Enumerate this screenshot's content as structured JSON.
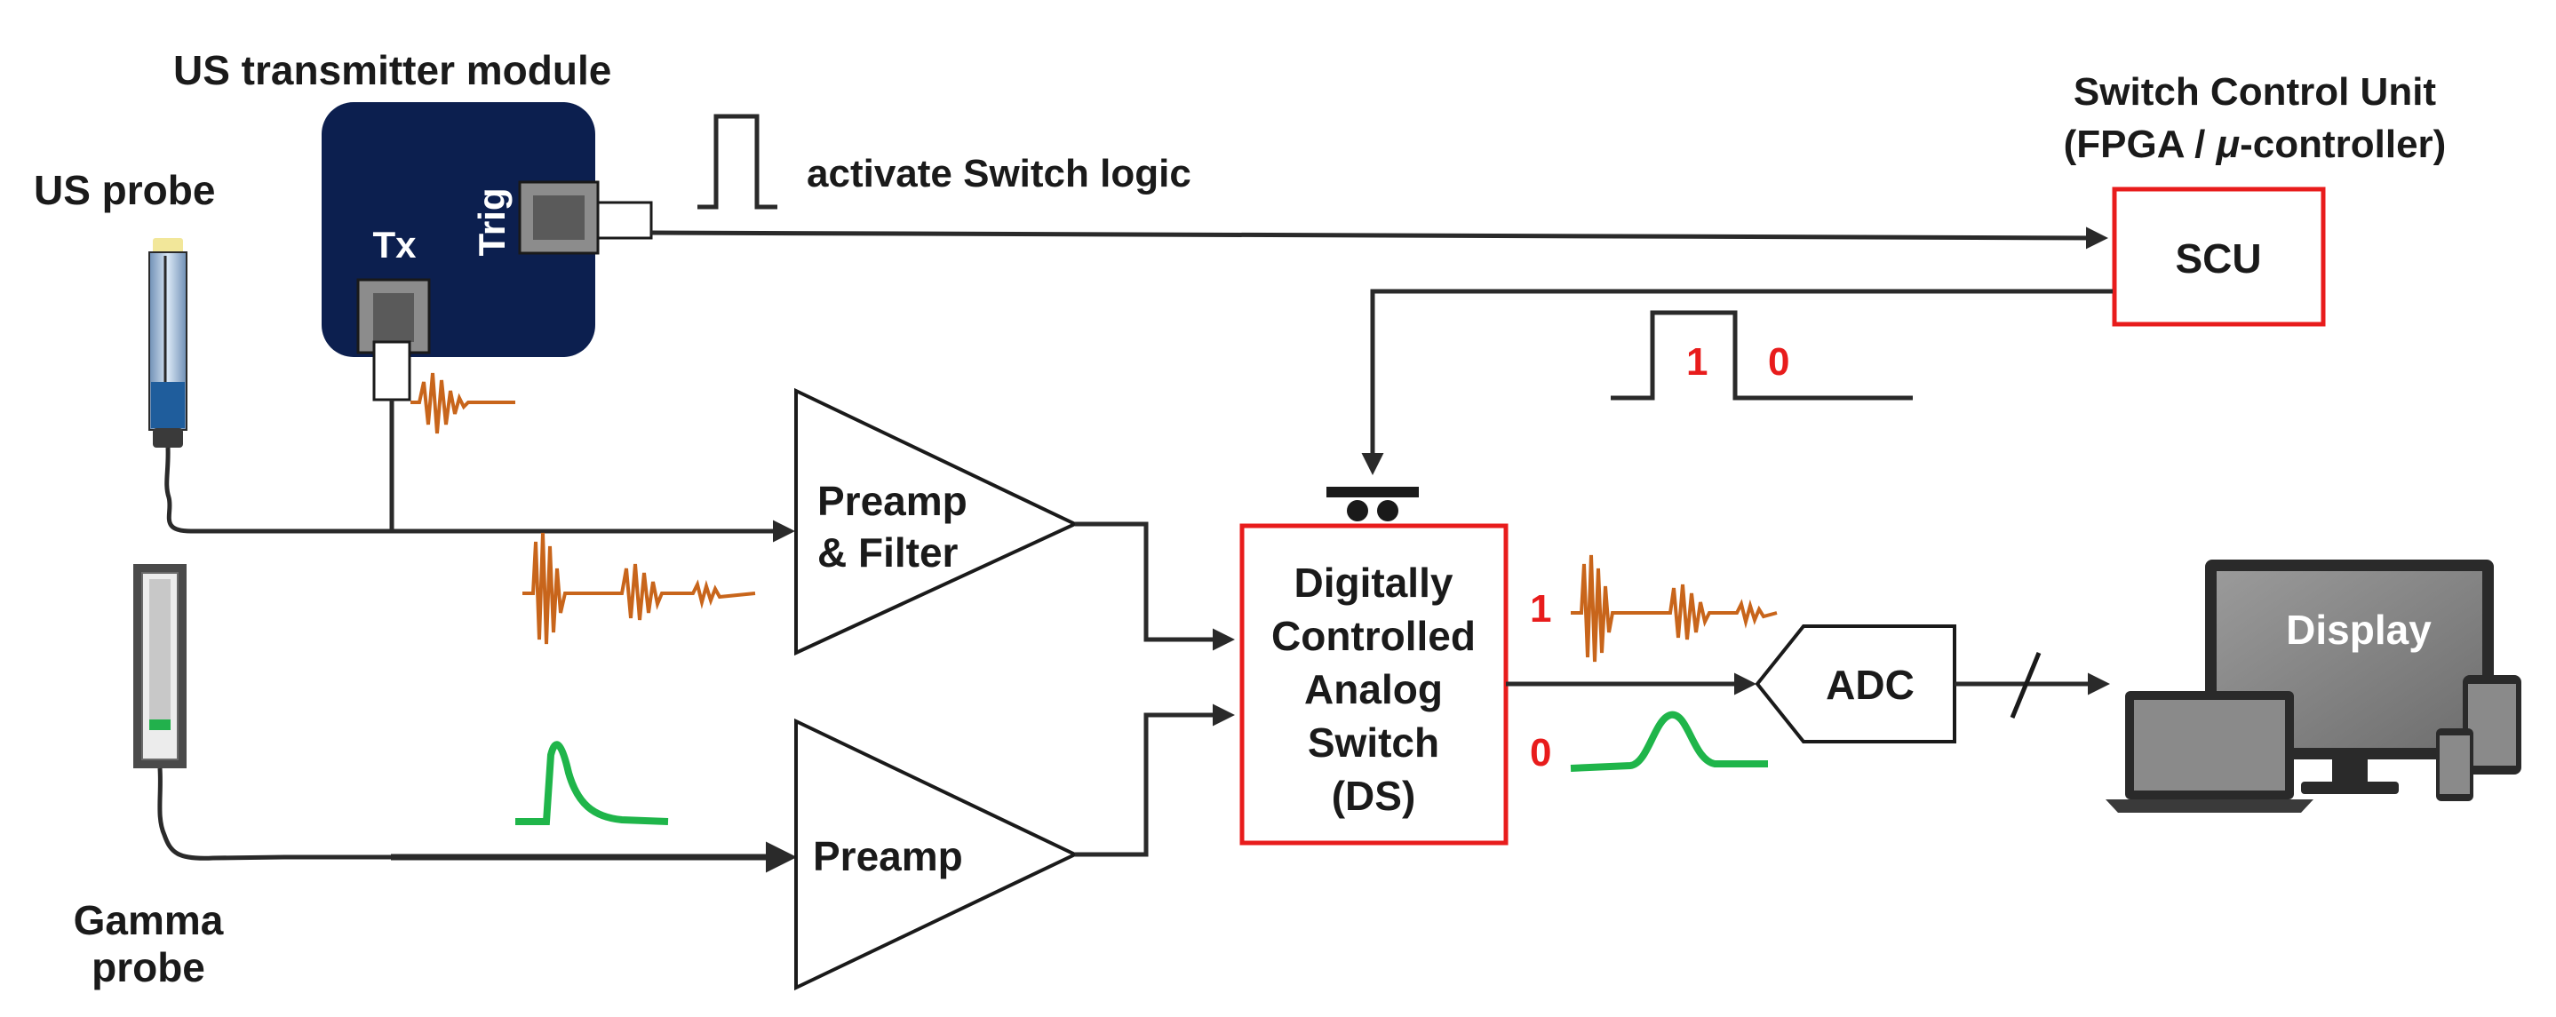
{
  "labels": {
    "us_transmitter_module": "US transmitter module",
    "us_probe": "US probe",
    "tx": "Tx",
    "trig": "Trig",
    "activate_switch_logic": "activate Switch logic",
    "scu_title_1": "Switch Control Unit",
    "scu_title_2": "(FPGA / ",
    "scu_title_mu": "μ",
    "scu_title_3": "-controller)",
    "scu": "SCU",
    "preamp_filter_1": "Preamp",
    "preamp_filter_2": "& Filter",
    "preamp": "Preamp",
    "ds_line1": "Digitally",
    "ds_line2": "Controlled",
    "ds_line3": "Analog",
    "ds_line4": "Switch",
    "ds_line5": "(DS)",
    "ctrl_high": "1",
    "ctrl_low": "0",
    "out_us": "1",
    "out_gamma": "0",
    "adc": "ADC",
    "display": "Display",
    "gamma_probe_1": "Gamma",
    "gamma_probe_2": "probe"
  },
  "colors": {
    "module_fill": "#0c1f4f",
    "highlight_red": "#e81c1c",
    "us_signal": "#c8651b",
    "gamma_signal": "#1fb54a",
    "wire": "#2a2a2a"
  }
}
